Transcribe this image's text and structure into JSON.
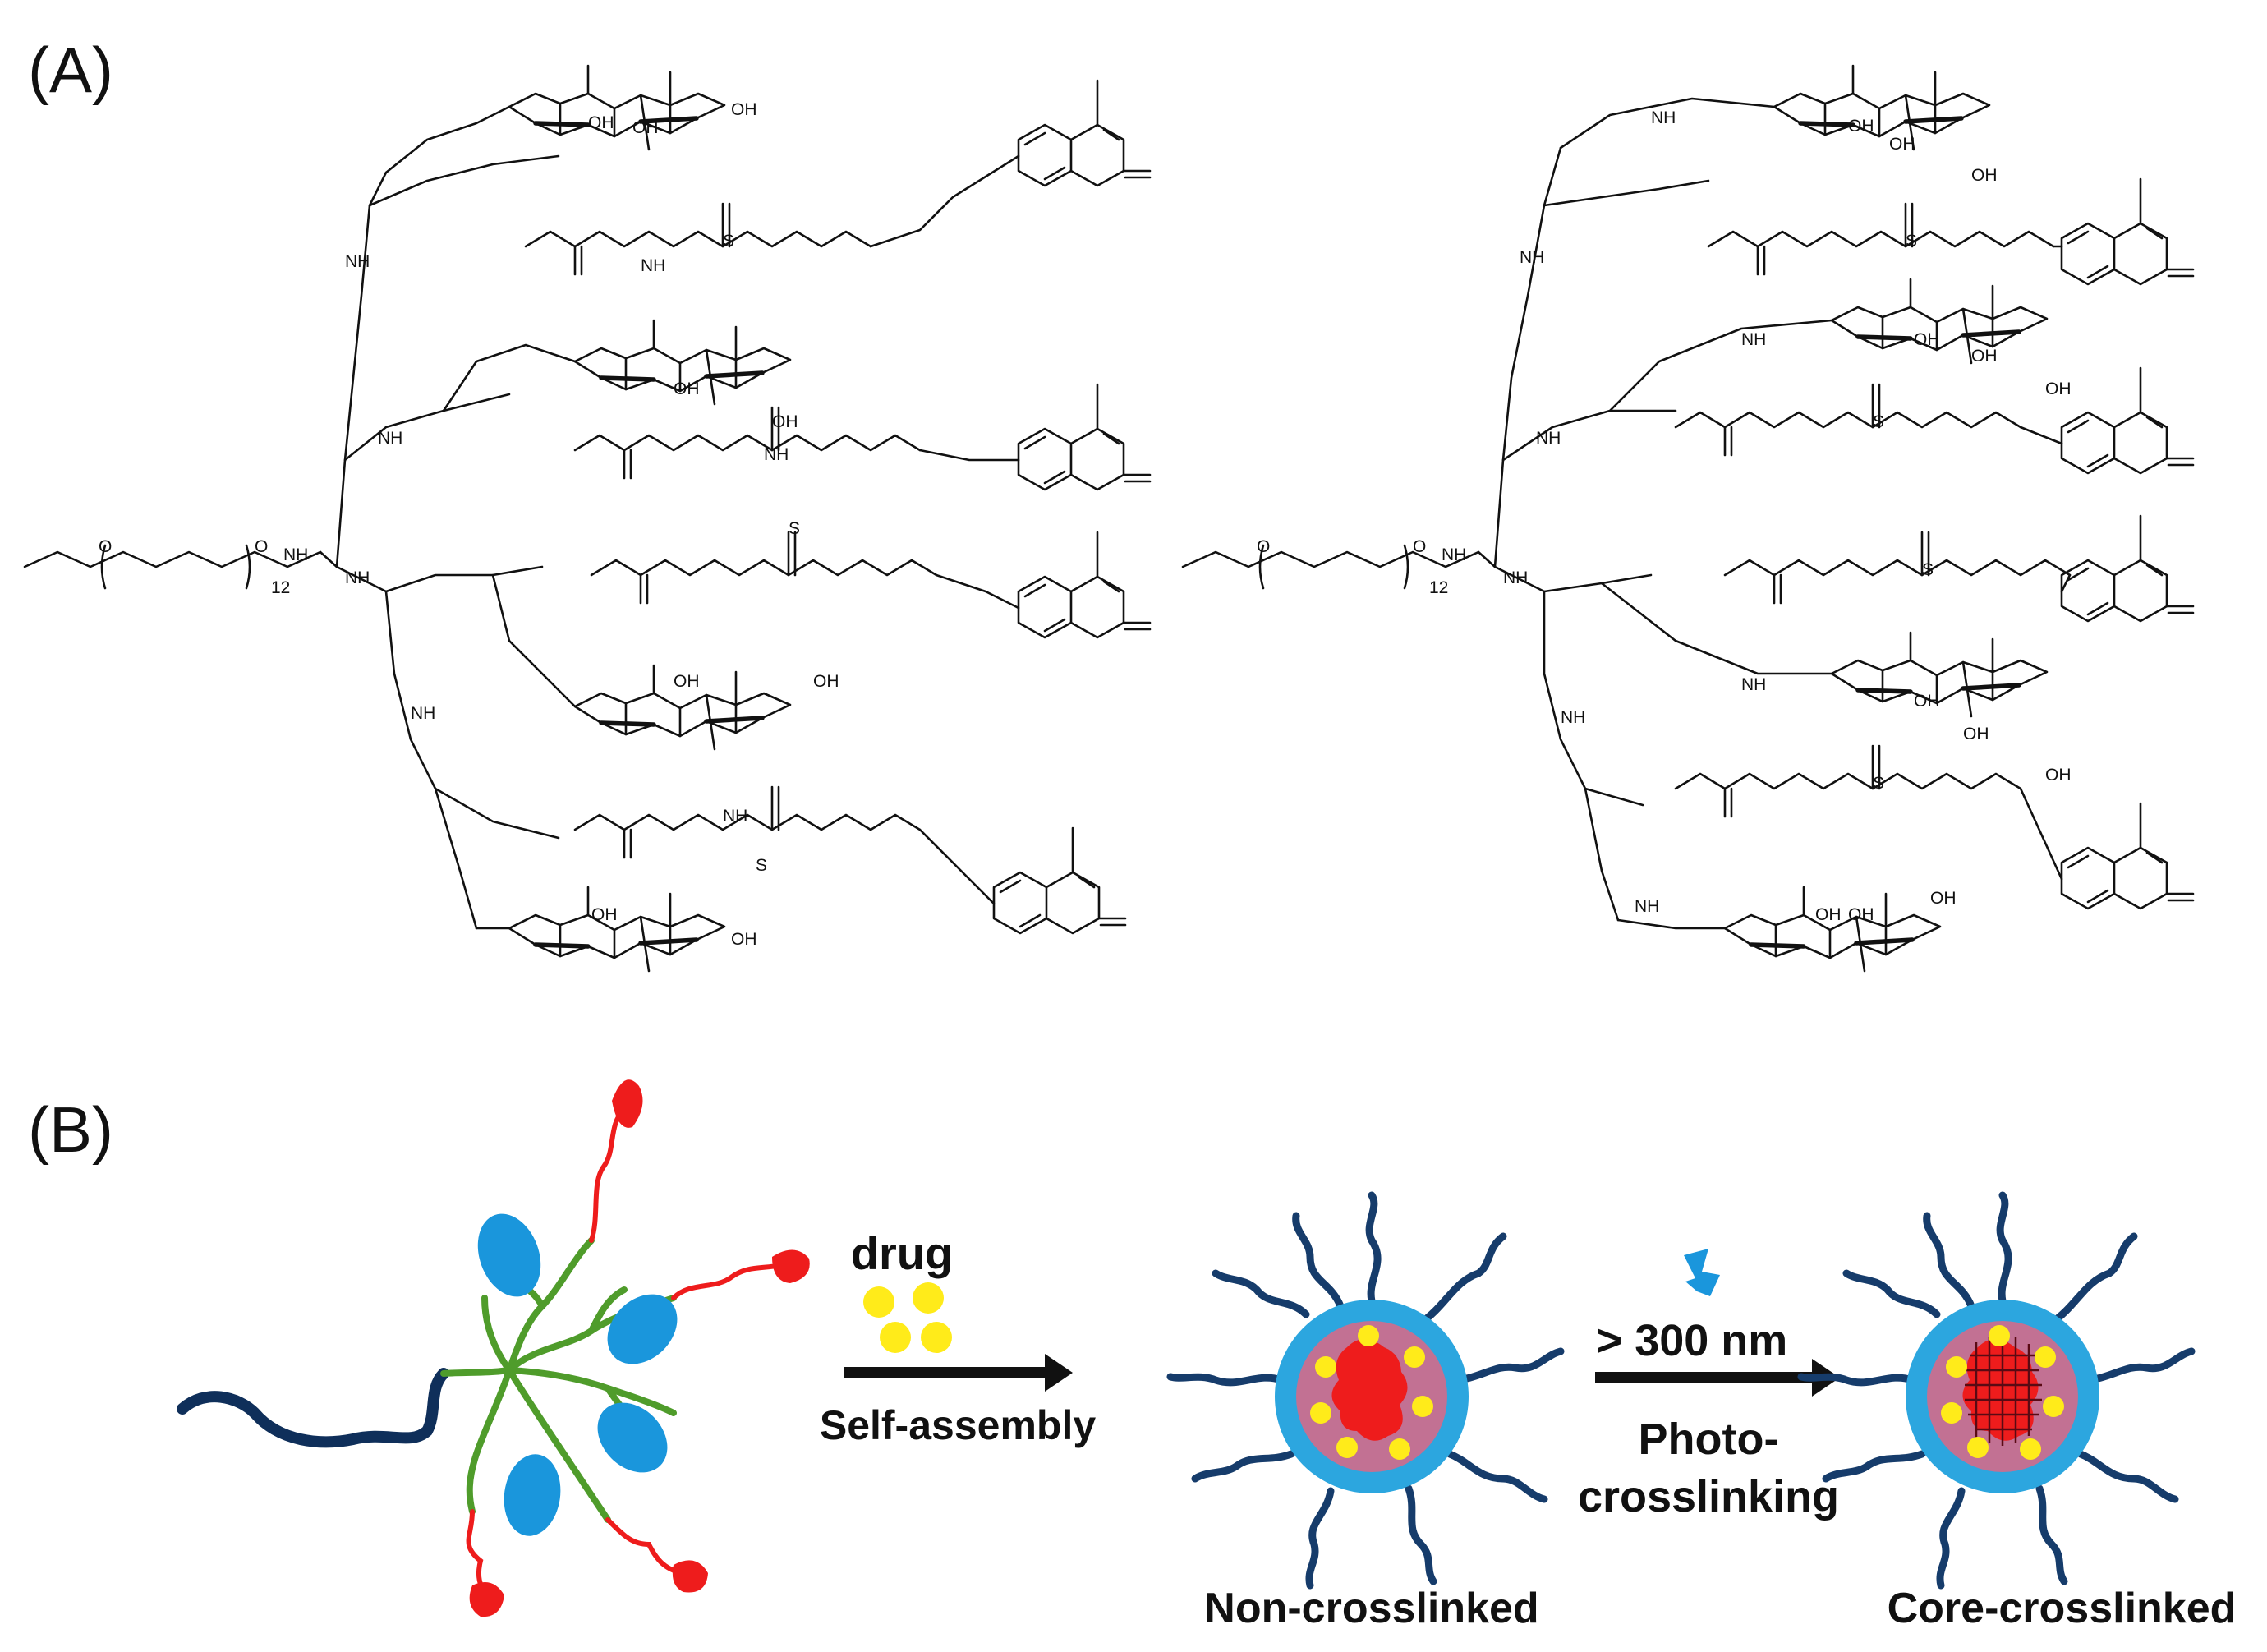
{
  "panels": {
    "a": "(A)",
    "b": "(B)"
  },
  "atoms": {
    "oh": "OH",
    "nh": "NH",
    "h": "H",
    "n": "N",
    "o": "O",
    "s": "S",
    "peg_index": "12"
  },
  "scheme": {
    "drug": "drug",
    "self_assembly": "Self-assembly",
    "wavelength": "> 300 nm",
    "photo_line1": "Photo-",
    "photo_line2": "crosslinking",
    "non_crosslinked": "Non-crosslinked",
    "core_crosslinked": "Core-crosslinked"
  },
  "colors": {
    "peg": "#0f2f5a",
    "dendron": "#4f9c2b",
    "coumarin": "#ee1c1c",
    "cholic": "#1a96dc",
    "drug": "#ffeb1a",
    "shell": "#2ca6df",
    "core": "#c27193",
    "corona": "#163c6b"
  }
}
